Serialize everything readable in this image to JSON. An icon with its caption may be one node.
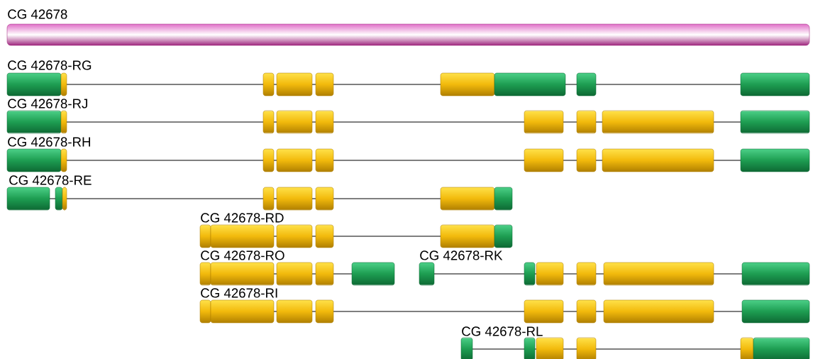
{
  "diagram": {
    "labels": [
      "CG 42678",
      "CG 42678-RG",
      "CG 42678-RJ",
      "CG 42678-RH",
      "CG 42678-RE",
      "CG 42678-RD",
      "CG 42678-RO",
      "CG 42678-RK",
      "CG 42678-RI",
      "CG 42678-RL"
    ]
  }
}
